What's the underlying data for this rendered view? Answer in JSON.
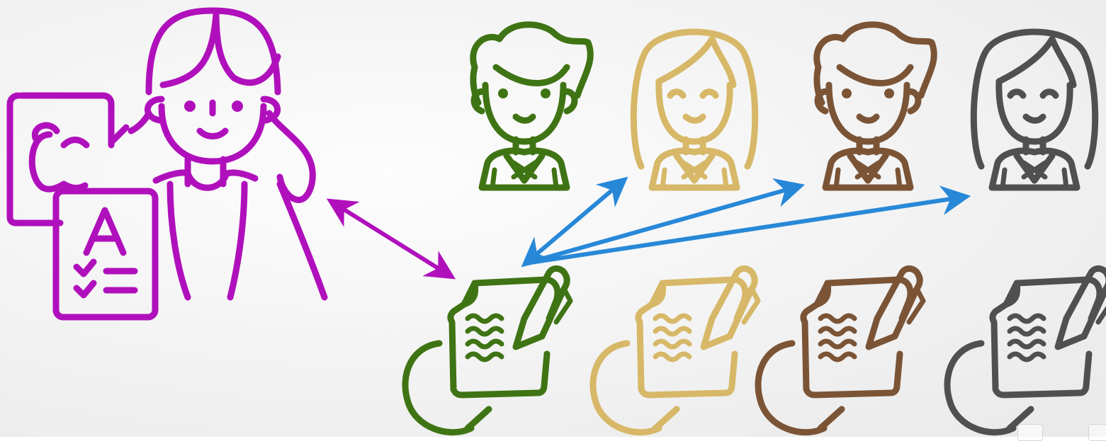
{
  "colors": {
    "teacher": "#b010bc",
    "student_1": "#3f7414",
    "student_2": "#d7b868",
    "student_3": "#7b5436",
    "student_4": "#505050",
    "arrow_feedback": "#b010bc",
    "arrow_distribution": "#2888d8"
  },
  "icons": {
    "teacher": "teacher-with-graded-papers-icon",
    "students": [
      "student-boy-icon",
      "student-girl-icon",
      "student-boy-icon",
      "student-girl-icon"
    ],
    "documents": [
      "writing-document-with-cycle-icon",
      "writing-document-with-cycle-icon",
      "writing-document-with-cycle-icon",
      "writing-document-with-cycle-icon"
    ]
  },
  "arrows": {
    "teacher_document": "bidirectional",
    "document_students": [
      "bidirectional",
      "one-way",
      "one-way"
    ]
  }
}
